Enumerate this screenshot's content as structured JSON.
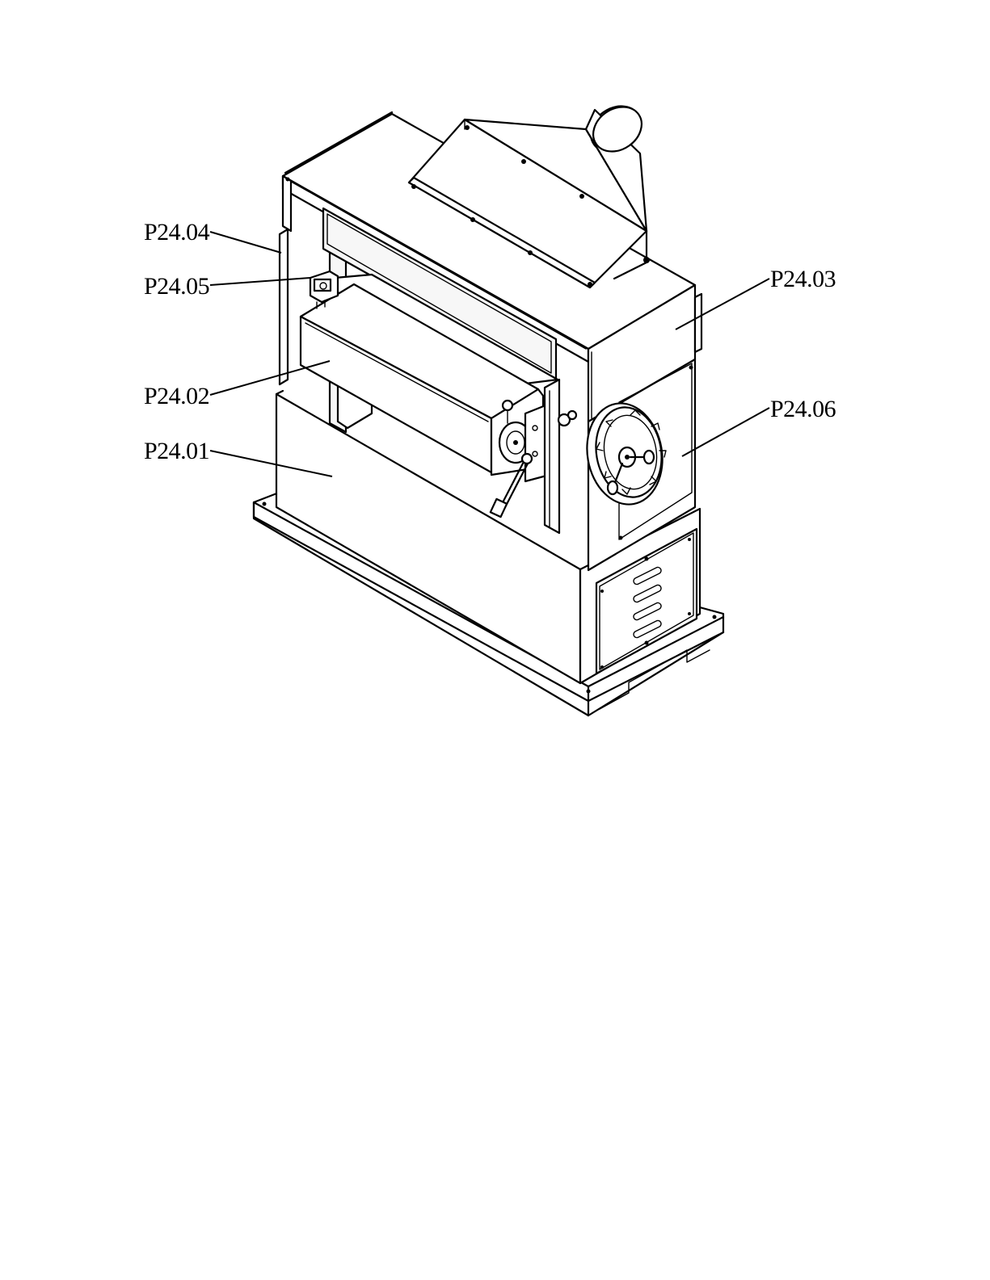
{
  "callouts": [
    {
      "id": "p2404",
      "text": "P24.04"
    },
    {
      "id": "p2405",
      "text": "P24.05"
    },
    {
      "id": "p2402",
      "text": "P24.02"
    },
    {
      "id": "p2401",
      "text": "P24.01"
    },
    {
      "id": "p2403",
      "text": "P24.03"
    },
    {
      "id": "p2406",
      "text": "P24.06"
    }
  ]
}
